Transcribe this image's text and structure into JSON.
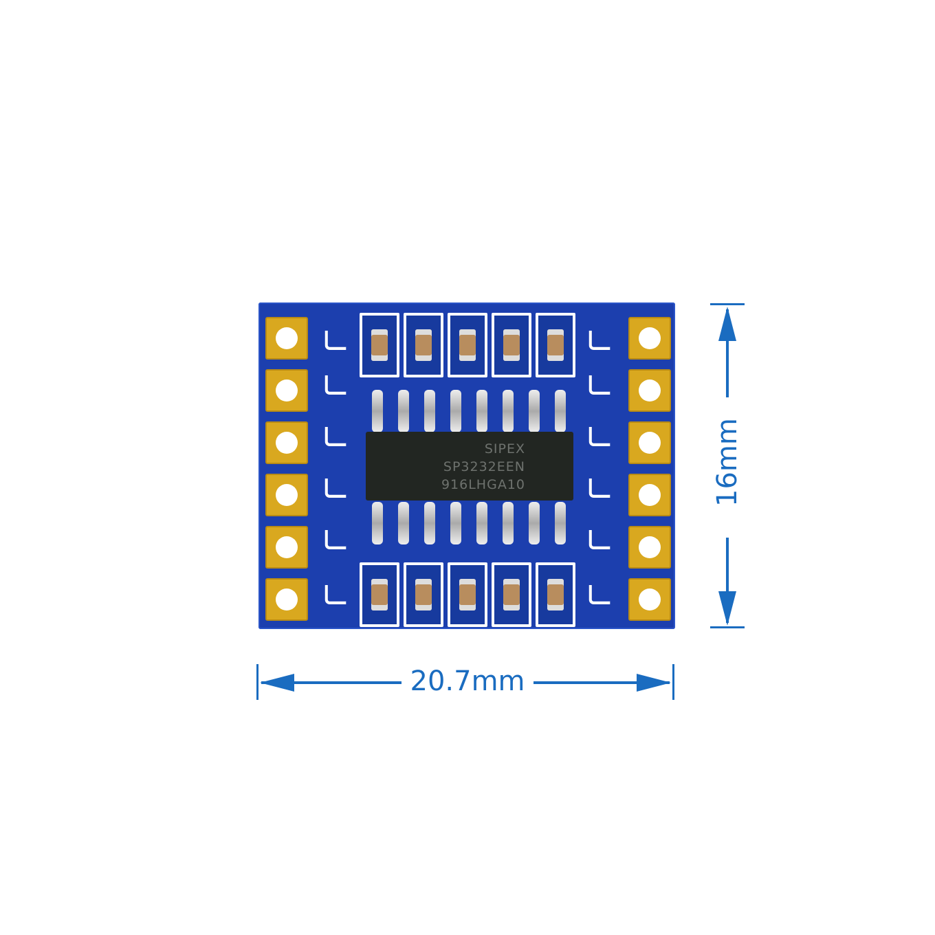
{
  "product": {
    "chip_marking": [
      "SIPEX",
      "SP3232EEN",
      "916LHGA10"
    ],
    "colors": {
      "pcb": "#1c3fae",
      "pads": "#d9a81f",
      "dimension": "#1a6cc0",
      "silkscreen": "#ffffff"
    }
  },
  "dimensions": {
    "width_label": "20.7mm",
    "height_label": "16mm"
  }
}
